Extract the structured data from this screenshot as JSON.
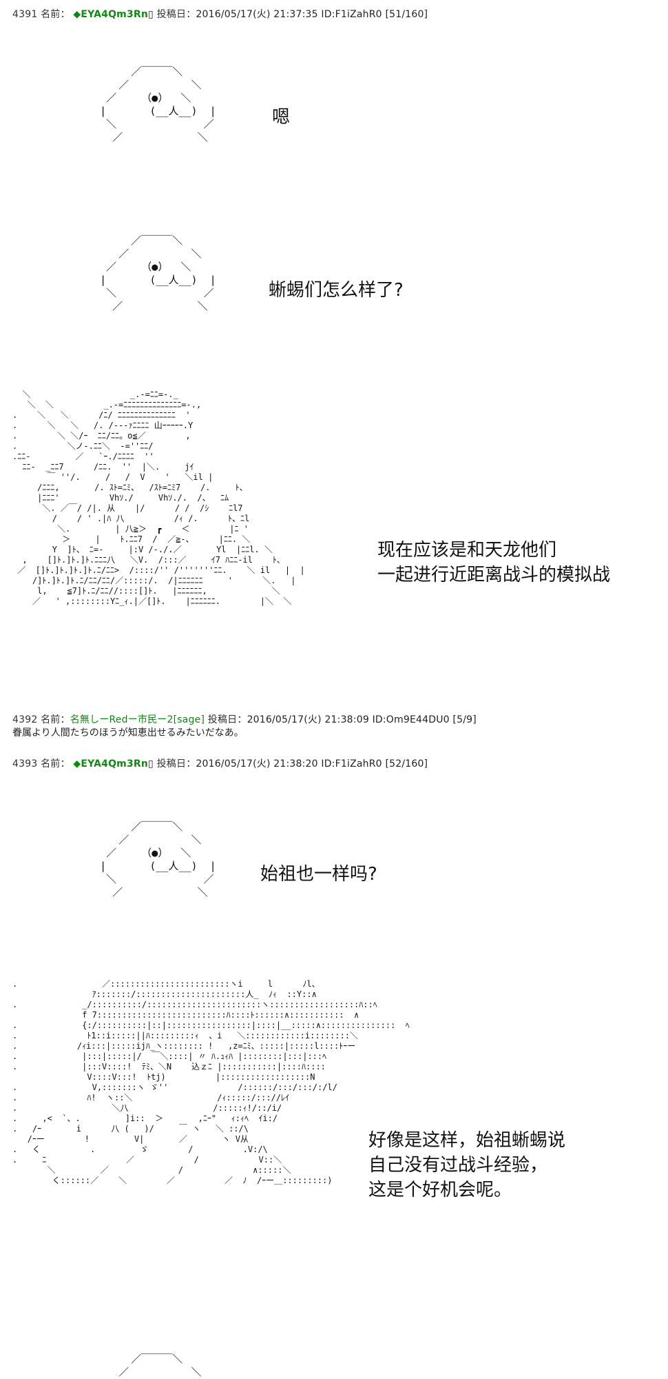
{
  "posts": [
    {
      "header": {
        "number": "4391",
        "name_label": "名前：",
        "trip": "◆EYA4Qm3Rn",
        "box": "▯",
        "date_label": "投稿日：",
        "date": "2016/05/17(火) 21:37:35",
        "id": "ID:F1iZahR0",
        "count": "[51/160]"
      },
      "lines": [
        "嗯",
        "蜥蜴们怎么样了?",
        "现在应该是和天龙他们\n一起进行近距离战斗的模拟战"
      ]
    },
    {
      "header": {
        "number": "4392",
        "name_label": "名前：",
        "name": "名無しーRedー市民ー2",
        "sage": "[sage]",
        "date_label": "投稿日：",
        "date": "2016/05/17(火) 21:38:09",
        "id": "ID:Om9E44DU0",
        "count": "[5/9]"
      },
      "body": "眷属より人間たちのほうが知恵出せるみたいだなあ。"
    },
    {
      "header": {
        "number": "4393",
        "name_label": "名前：",
        "trip": "◆EYA4Qm3Rn",
        "box": "▯",
        "date_label": "投稿日：",
        "date": "2016/05/17(火) 21:38:20",
        "id": "ID:F1iZahR0",
        "count": "[52/160]"
      },
      "lines": [
        "始祖也一样吗?",
        "好像是这样，始祖蜥蜴说\n自己没有过战斗经验，\n这是个好机会呢。"
      ]
    }
  ]
}
